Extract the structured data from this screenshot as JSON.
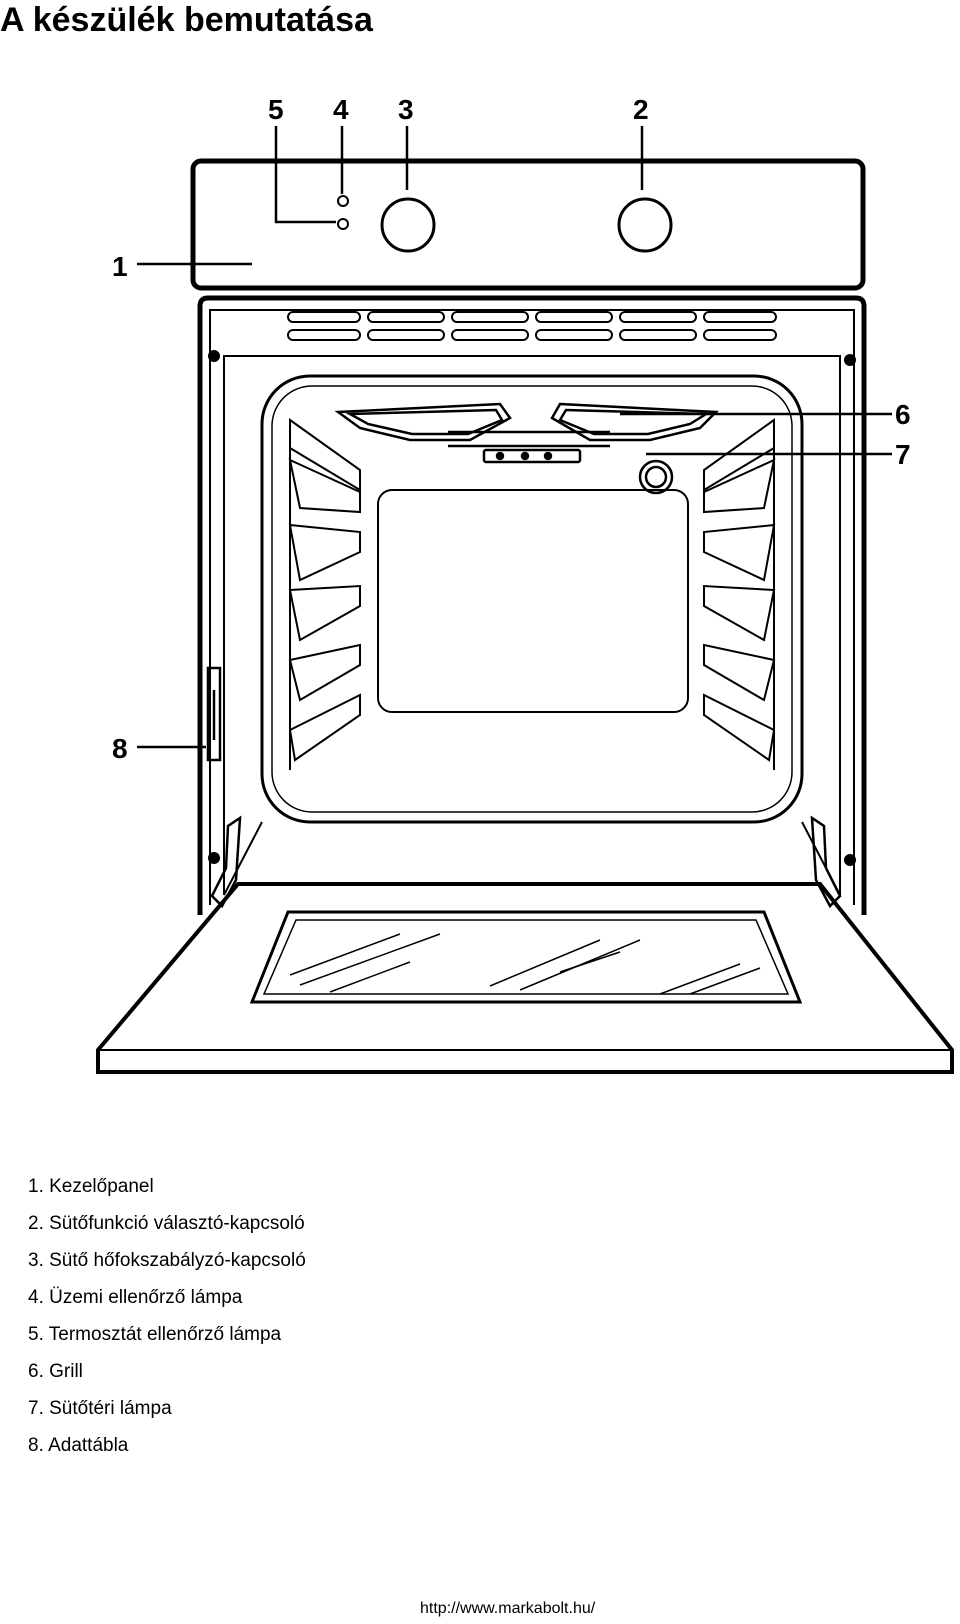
{
  "title": "A készülék bemutatása",
  "callouts": {
    "c1": "1",
    "c2": "2",
    "c3": "3",
    "c4": "4",
    "c5": "5",
    "c6": "6",
    "c7": "7",
    "c8": "8"
  },
  "legend": [
    "1. Kezelőpanel",
    "2. Sütőfunkció választó-kapcsoló",
    "3. Sütő hőfokszabályzó-kapcsoló",
    "4. Üzemi ellenőrző lámpa",
    "5. Termosztát ellenőrző lámpa",
    "6.  Grill",
    "7. Sütőtéri lámpa",
    "8. Adattábla"
  ],
  "footer": "http://www.markabolt.hu/"
}
